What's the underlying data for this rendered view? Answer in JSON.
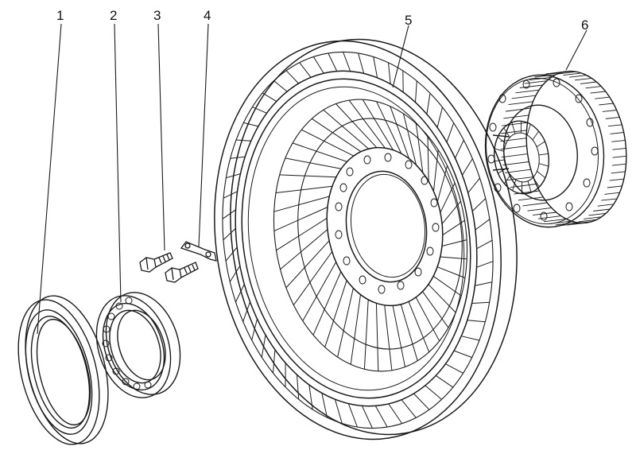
{
  "figure": {
    "background": "#ffffff",
    "ink_color": "#1a1a1a"
  },
  "callouts": [
    {
      "label": "1",
      "part": "seal-ring"
    },
    {
      "label": "2",
      "part": "ball-bearing"
    },
    {
      "label": "3",
      "part": "bolt"
    },
    {
      "label": "4",
      "part": "lock-plate"
    },
    {
      "label": "5",
      "part": "turbine-wheel"
    },
    {
      "label": "6",
      "part": "splined-hub"
    }
  ]
}
